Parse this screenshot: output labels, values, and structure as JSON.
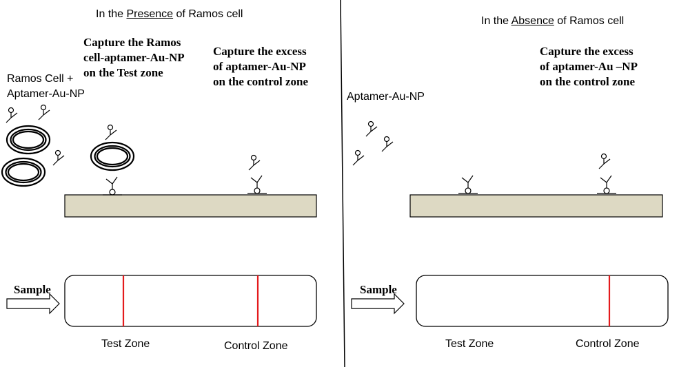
{
  "left_panel": {
    "title": {
      "before": "In the ",
      "emphasis": "Presence",
      "after": " of Ramos cell"
    },
    "reagent_label": [
      "Ramos Cell +",
      "Aptamer-Au-NP"
    ],
    "test_capture_label": [
      "Capture the Ramos",
      "cell-aptamer-Au-NP",
      "on the Test zone"
    ],
    "control_capture_label": [
      "Capture the excess",
      "of aptamer-Au-NP",
      "on the control zone"
    ],
    "sample_label": "Sample",
    "test_zone_label": "Test Zone",
    "control_zone_label": "Control Zone",
    "test_line_visible": true,
    "control_line_visible": true
  },
  "right_panel": {
    "title": {
      "before": "In the ",
      "emphasis": "Absence",
      "after": " of Ramos cell"
    },
    "reagent_label": "Aptamer-Au-NP",
    "control_capture_label": [
      "Capture the excess",
      "of aptamer-Au –NP",
      "on the control zone"
    ],
    "sample_label": "Sample",
    "test_zone_label": "Test Zone",
    "control_zone_label": "Control Zone",
    "test_line_visible": false,
    "control_line_visible": true
  },
  "colors": {
    "strip_pad": "#ddd9c3",
    "zone_line": "#e41a1c",
    "ink": "#000000"
  }
}
